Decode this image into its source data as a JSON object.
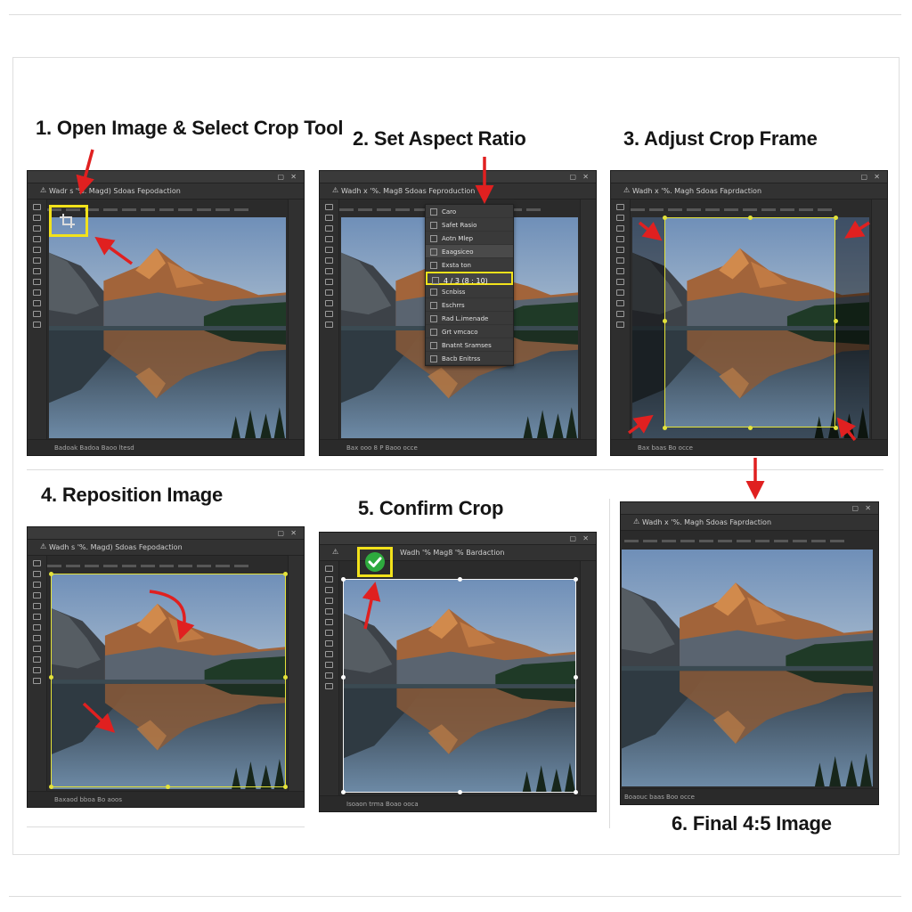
{
  "steps": [
    {
      "title": "1. Open Image & Select Crop Tool",
      "tab": "Wadr s '%. Magd) Sdoas Fepodaction",
      "status": "Badoak  Badoa  Baoo ltesd"
    },
    {
      "title": "2. Set Aspect Ratio",
      "tab": "Wadh x '%. Mag8 Sdoas Feproduction",
      "status": "Bax ooo  8 P  Baoo occe"
    },
    {
      "title": "3. Adjust Crop Frame",
      "tab": "Wadh x '%. Magh Sdoas Faprdaction",
      "status": "Bax  baas   Bo occe"
    },
    {
      "title": "4. Reposition Image",
      "tab": "Wadh s '%. Magd) Sdoas Fepodaction",
      "status": "Baxaod bboa  Bo aoos"
    },
    {
      "title": "5. Confirm Crop",
      "tab": "Wadh '% Mag8 '% Bardaction",
      "status": "Isoaon trma  Boao ooca"
    },
    {
      "title": "6. Final 4:5 Image",
      "tab": "Wadh x '%. Magh Sdoas Faprdaction",
      "status": "Boaouc  baas  Boo occe"
    }
  ],
  "aspect_menu": {
    "items": [
      "Caro",
      "Safet Rasio",
      "Aotn Mlep",
      "Eaagsiceo",
      "Exsta ton",
      "4 / 3 (8 : 10)",
      "Scnbiss",
      "Eschrrs",
      "Rad L.imenade",
      "Grt vmcaco",
      "Bnatnt Sramses",
      "Bacb Enitrss"
    ],
    "selected_index": 5,
    "active_index": 3
  },
  "icons": {
    "crop_tool": "crop-icon",
    "commit": "checkmark-icon",
    "annotation_arrow": "red-arrow",
    "flow_arrow": "down-arrow-icon"
  },
  "colors": {
    "highlight": "#f2e21b",
    "arrow": "#e02020",
    "commit_green": "#2eaa3e",
    "panel_bg": "#2b2b2b"
  }
}
